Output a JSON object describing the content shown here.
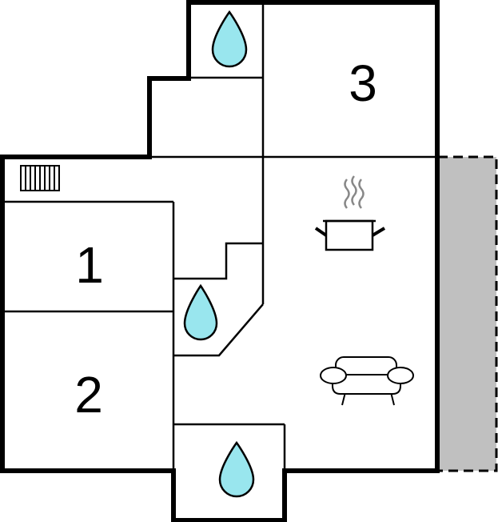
{
  "floorplan": {
    "rooms": [
      {
        "label": "3"
      },
      {
        "label": "1"
      },
      {
        "label": "2"
      }
    ],
    "icons": {
      "bathrooms": [
        "water-drop-icon",
        "water-drop-icon",
        "water-drop-icon"
      ],
      "kitchen": "cooking-pot-icon",
      "living": "sofa-icon",
      "heating": "radiator-icon"
    },
    "terrace": "covered-terrace"
  },
  "colors": {
    "wall": "#000000",
    "water_drop": "#99e6ee",
    "terrace": "#c0c0c0",
    "background": "#ffffff"
  }
}
